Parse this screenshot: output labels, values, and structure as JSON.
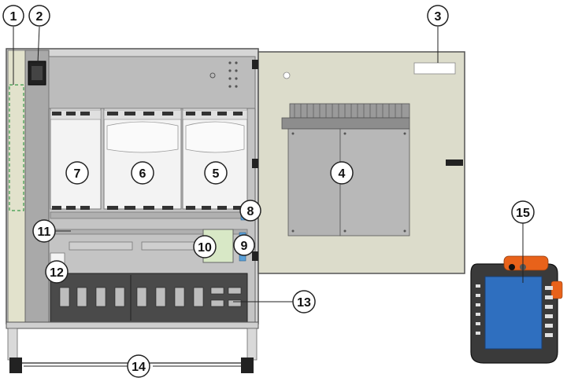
{
  "diagram": {
    "colors": {
      "cabinet_frame": "#cfcfcf",
      "cabinet_interior": "#bdbdbd",
      "door_panel": "#dcdccb",
      "module_white": "#f2f2f2",
      "side_strip": "#e0e0c8",
      "component_green": "#d8e8c6",
      "pendant_body": "#3a3a3a",
      "pendant_screen": "#2f6fbf",
      "pendant_accent": "#e8621a",
      "label_circle_fill": "#ffffff",
      "label_stroke": "#222222"
    },
    "callouts": [
      {
        "id": "callout-1",
        "label": "1"
      },
      {
        "id": "callout-2",
        "label": "2"
      },
      {
        "id": "callout-3",
        "label": "3"
      },
      {
        "id": "callout-4",
        "label": "4"
      },
      {
        "id": "callout-5",
        "label": "5"
      },
      {
        "id": "callout-6",
        "label": "6"
      },
      {
        "id": "callout-7",
        "label": "7"
      },
      {
        "id": "callout-8",
        "label": "8"
      },
      {
        "id": "callout-9",
        "label": "9"
      },
      {
        "id": "callout-10",
        "label": "10"
      },
      {
        "id": "callout-11",
        "label": "11"
      },
      {
        "id": "callout-12",
        "label": "12"
      },
      {
        "id": "callout-13",
        "label": "13"
      },
      {
        "id": "callout-14",
        "label": "14"
      },
      {
        "id": "callout-15",
        "label": "15"
      }
    ]
  }
}
